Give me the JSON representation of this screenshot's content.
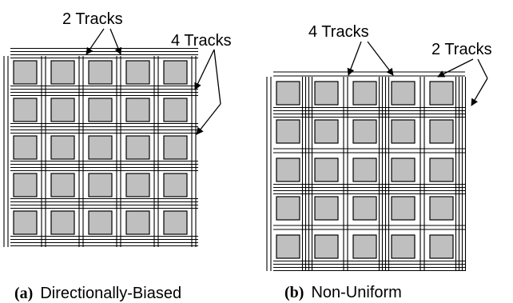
{
  "panel_a": {
    "caption_prefix": "(a)",
    "caption_text": "Directionally-Biased",
    "annotation_top": "2 Tracks",
    "annotation_side": "4 Tracks",
    "block_rows": 5,
    "block_cols": 5,
    "vertical_tracks_per_channel": 2,
    "horizontal_tracks_per_channel": 4
  },
  "panel_b": {
    "caption_prefix": "(b)",
    "caption_text": "Non-Uniform",
    "annotation_left": "4 Tracks",
    "annotation_right": "2 Tracks",
    "block_rows": 5,
    "block_cols": 5,
    "channel_track_pattern": [
      2,
      4,
      2,
      4,
      2,
      4
    ]
  },
  "colors": {
    "logic_block": "#bfbfbf",
    "wire": "#000000",
    "background": "#ffffff"
  }
}
